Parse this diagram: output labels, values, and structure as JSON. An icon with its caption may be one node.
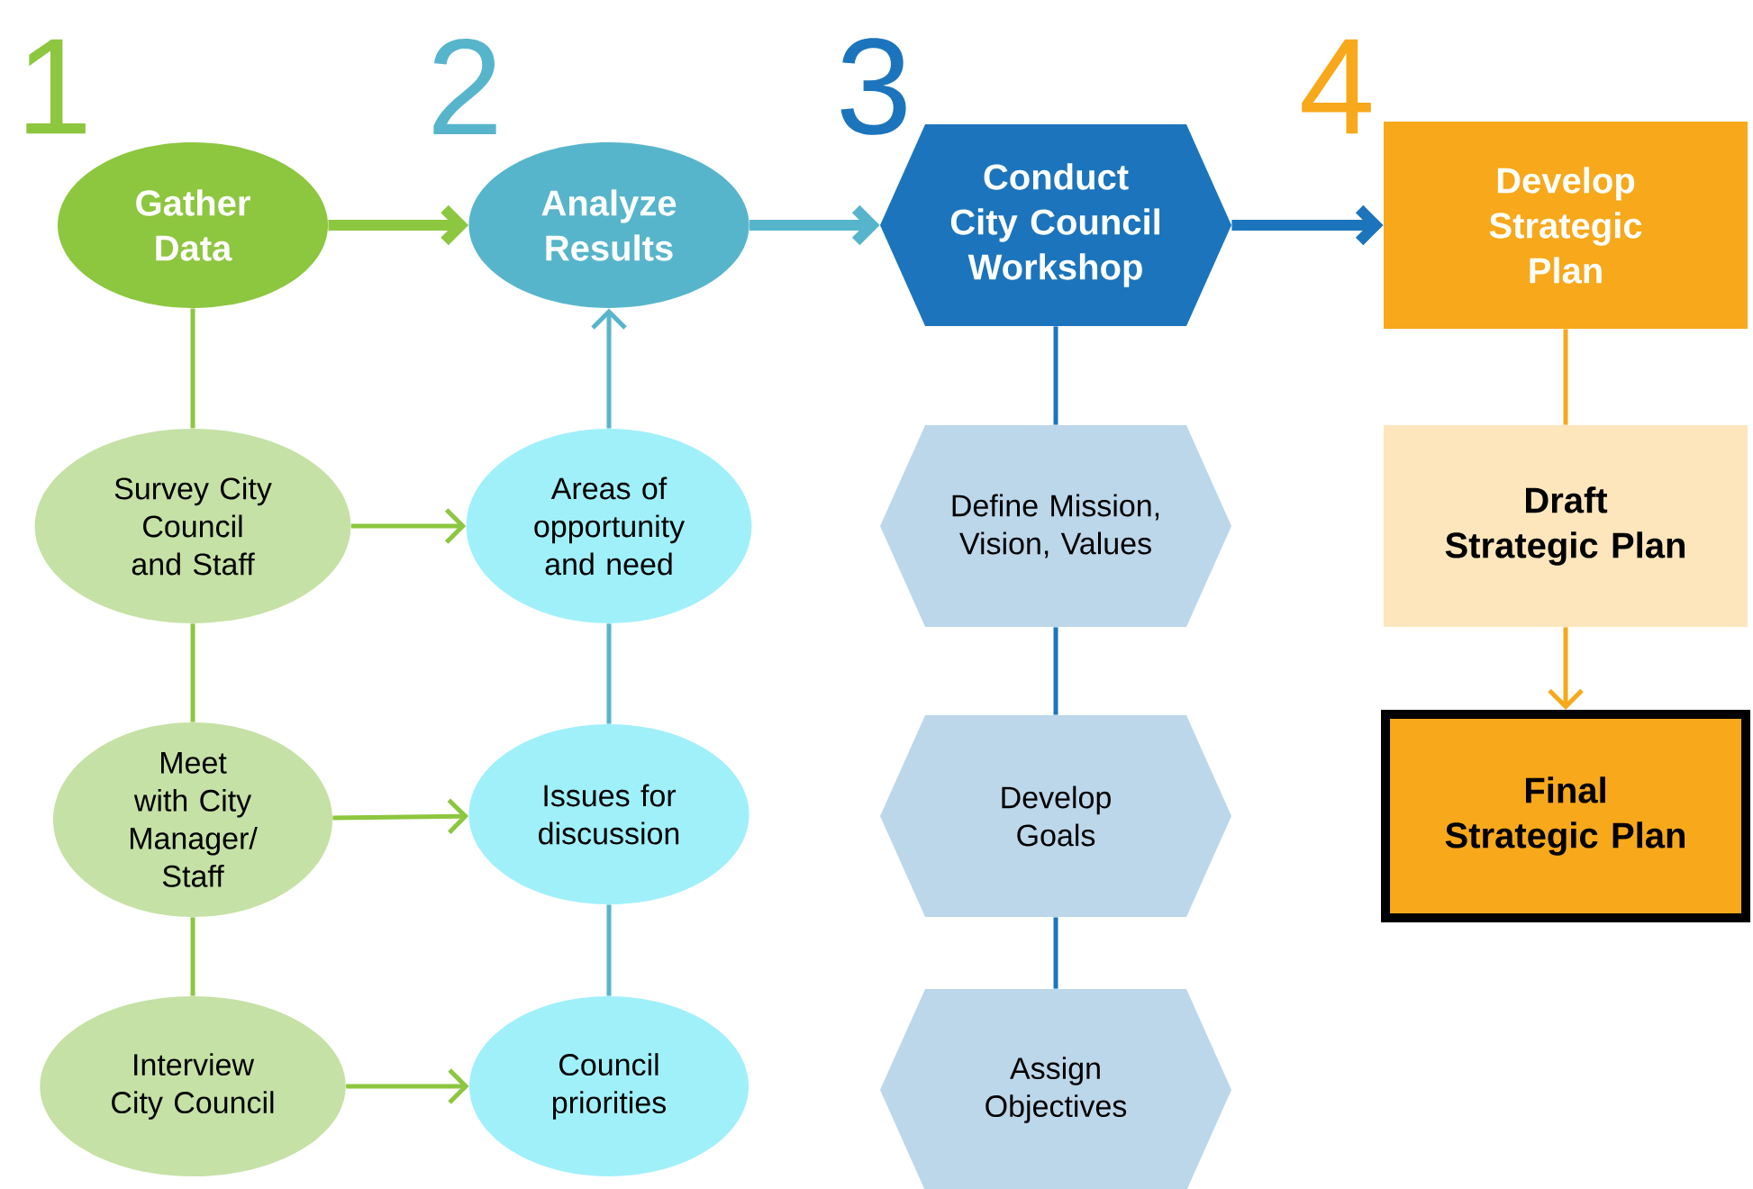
{
  "diagram": {
    "nodes": [
      {
        "text": [
          "Gather Data"
        ]
      },
      {
        "text": [
          "Analyze Results"
        ]
      },
      {
        "text": [
          "Conduct City Council Workshop"
        ]
      },
      {
        "text": [
          "Develop Strategic Plan"
        ]
      },
      {
        "text": [
          "Survey City Council and Staff"
        ]
      },
      {
        "text": [
          "Areas of opportunity and need"
        ]
      },
      {
        "text": [
          "Define Mission, Vision, Values"
        ]
      },
      {
        "text": [
          "Draft Strategic Plan"
        ]
      },
      {
        "text": [
          "Meet with City Manager/ Staff"
        ]
      },
      {
        "text": [
          "Issues for discussion"
        ]
      },
      {
        "text": [
          "Develop Goals"
        ]
      },
      {
        "text": [
          "Final Strategic Plan"
        ]
      },
      {
        "text": [
          "Interview City Council"
        ]
      },
      {
        "text": [
          "Council priorities"
        ]
      },
      {
        "text": [
          "Assign Objectives"
        ]
      }
    ],
    "edges": [
      {
        "from": 0,
        "to": 1,
        "arrow": "to",
        "style": "thick"
      },
      {
        "from": 1,
        "to": 2,
        "arrow": "to",
        "style": "thick",
        "color": "#57b5cb"
      },
      {
        "from": 2,
        "to": 3,
        "arrow": "to",
        "style": "thick",
        "color": "#1c75bc"
      },
      {
        "from": 4,
        "to": 5,
        "arrow": "to"
      },
      {
        "from": 8,
        "to": 9,
        "arrow": "to"
      },
      {
        "from": 12,
        "to": 13,
        "arrow": "to"
      },
      {
        "from": 0,
        "to": 4,
        "arrow": "none"
      },
      {
        "from": 4,
        "to": 8,
        "arrow": "none"
      },
      {
        "from": 8,
        "to": 12,
        "arrow": "none"
      },
      {
        "from": 5,
        "to": 1,
        "arrow": "to",
        "color": "#57b5cb"
      },
      {
        "from": 9,
        "to": 5,
        "arrow": "none",
        "color": "#57b5cb"
      },
      {
        "from": 13,
        "to": 9,
        "arrow": "none",
        "color": "#57b5cb"
      },
      {
        "from": 2,
        "to": 6,
        "arrow": "none",
        "color": "#1c75bc"
      },
      {
        "from": 6,
        "to": 10,
        "arrow": "none",
        "color": "#1c75bc"
      },
      {
        "from": 10,
        "to": 14,
        "arrow": "none",
        "color": "#1c75bc"
      },
      {
        "from": 3,
        "to": 7,
        "arrow": "none",
        "color": "#f7a81b"
      },
      {
        "from": 7,
        "to": 11,
        "arrow": "to",
        "color": "#f7a81b"
      }
    ],
    "labels": [
      "1",
      "2",
      "3",
      "4"
    ]
  }
}
